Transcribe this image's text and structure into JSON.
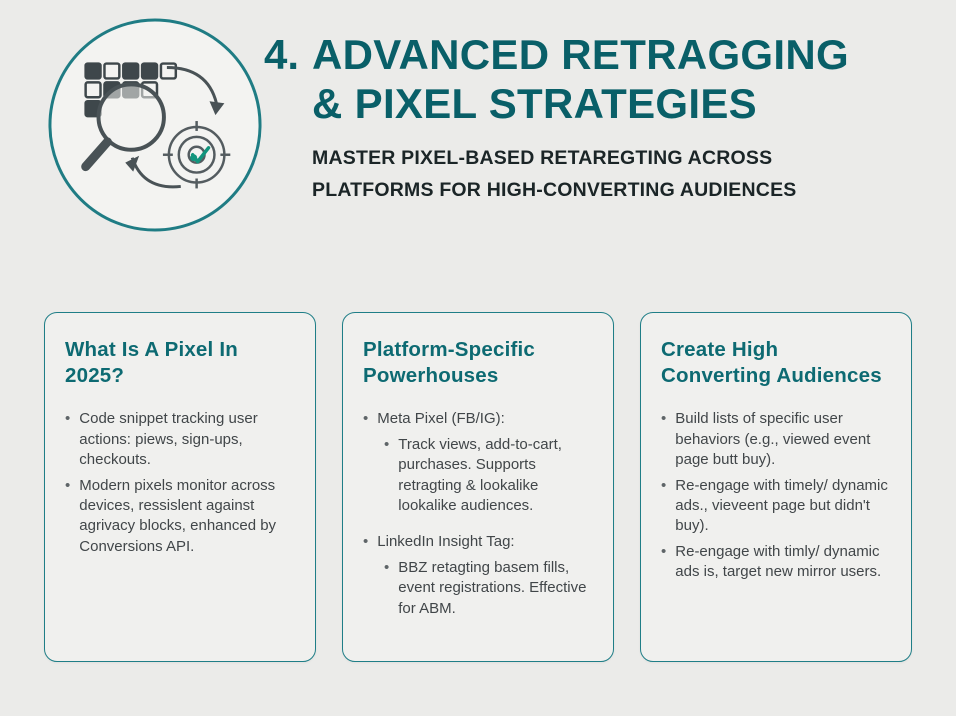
{
  "colors": {
    "background": "#ebebe9",
    "heading_teal": "#095f68",
    "card_border_teal": "#1f7e87",
    "card_title_teal": "#0d6a72",
    "subtitle_text": "#1b2527",
    "body_text": "#414649",
    "icon_check_teal": "#12957d"
  },
  "header": {
    "number": "4.",
    "title_lines": [
      "ADVANCED RETRAGGING",
      "& PIXEL STRATEGIES"
    ],
    "subtitle_lines": [
      "MASTER PIXEL-BASED RETAREGTING ACROSS",
      "PLATFORMS FOR HIGH-CONVERTING AUDIENCES"
    ]
  },
  "icon": {
    "name": "pixel-retargeting-illustration",
    "parts": [
      "pixel-grid",
      "magnifier",
      "cycle-arrows",
      "target-with-check"
    ]
  },
  "cards": [
    {
      "title_lines": [
        "What Is A Pixel In",
        "2025?"
      ],
      "groups": [
        {
          "text": "Code snippet tracking user actions: piews, sign-ups, checkouts.",
          "subs": []
        },
        {
          "text": "Modern pixels monitor across devices, ressislent against agrivacy blocks, enhanced by Conversions API.",
          "subs": []
        }
      ]
    },
    {
      "title_lines": [
        "Platform-Specific",
        "Powerhouses"
      ],
      "groups": [
        {
          "text": "Meta Pixel (FB/IG):",
          "subs": [
            "Track views, add-to-cart, purchases. Supports retragting & lookalike lookalike audiences."
          ]
        },
        {
          "text": "LinkedIn Insight Tag:",
          "subs": [
            "BBZ retagting basem fills, event registrations. Effective for ABM."
          ]
        }
      ]
    },
    {
      "title_lines": [
        "Create High",
        "Converting Audiences"
      ],
      "groups": [
        {
          "text": "Build lists of specific user behaviors (e.g., viewed event page butt buy).",
          "subs": []
        },
        {
          "text": "Re-engage with timely/ dynamic ads., vieveent page but didn't buy).",
          "subs": []
        },
        {
          "text": "Re-engage with timly/ dynamic ads is, target new mirror users.",
          "subs": []
        }
      ]
    }
  ]
}
